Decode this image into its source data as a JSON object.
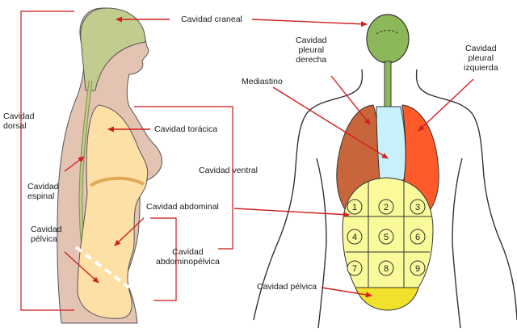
{
  "labels": {
    "cavidad_craneal": "Cavidad craneal",
    "cavidad_dorsal": "Cavidad\ndorsal",
    "cavidad_toracica": "Cavidad torácica",
    "cavidad_ventral": "Cavidad ventral",
    "cavidad_espinal": "Cavidad\nespinal",
    "cavidad_abdominal": "Cavidad abdominal",
    "cavidad_pelvica_left": "Cavidad\npélvica",
    "cavidad_abdominopelvica": "Cavidad\nabdominopélvica",
    "cavidad_pleural_derecha": "Cavidad\npleural\nderecha",
    "cavidad_pleural_izquierda": "Cavidad\npleural\nizquierda",
    "mediastino": "Mediastino",
    "cavidad_pelvica_right": "Cavidad pélvica"
  },
  "region_numbers": [
    "1",
    "2",
    "3",
    "4",
    "5",
    "6",
    "7",
    "8",
    "9"
  ],
  "colors": {
    "craneal": "#8db859",
    "head_left": "#c2cc8f",
    "skin": "#e3c3b2",
    "ventral_body": "#fde0a6",
    "diaphragm": "#e0aa55",
    "pleural_right": "#c8653a",
    "pleural_left": "#ff5a2a",
    "mediastino": "#c7f0fb",
    "abdominal": "#fafa9a",
    "pelvica": "#f1e02c",
    "arrow": "#d21f1f",
    "bracket": "#d23a3a"
  }
}
